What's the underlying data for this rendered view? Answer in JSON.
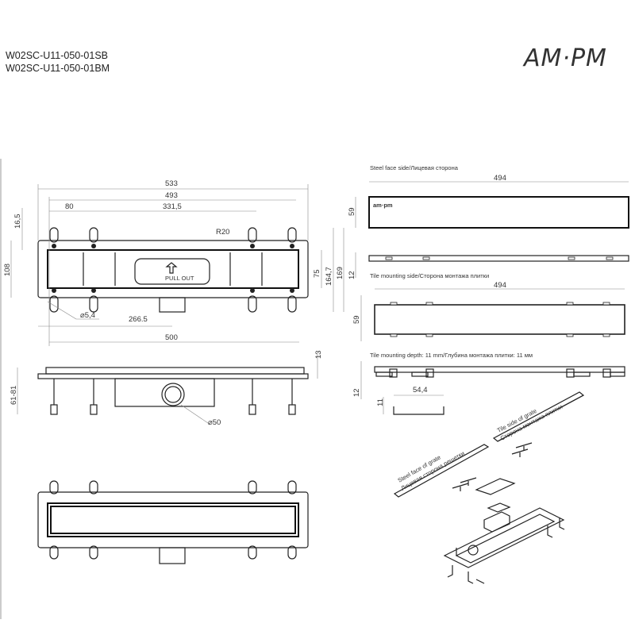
{
  "header": {
    "models": [
      "W02SC-U11-050-01SB",
      "W02SC-U11-050-01BM"
    ],
    "logo": "AM·PM"
  },
  "top_view": {
    "dims": {
      "overall": "533",
      "inner": "493",
      "leg_offset": "80",
      "leg_span": "331,5",
      "edge": "16,5",
      "width": "108",
      "radius": "R20",
      "hole": "⌀5,4",
      "outlet_pos": "266.5",
      "bottom_len": "500",
      "grate_w": "75",
      "leg_w": "164,7",
      "total_w": "169"
    },
    "pull_out_label": "PULL OUT"
  },
  "side_view": {
    "dims": {
      "height_range": "61-81",
      "frame": "13",
      "outlet": "⌀50"
    }
  },
  "grate": {
    "steel_face_title": "Steel face side/Лицевая сторона",
    "steel_len": "494",
    "steel_h": "59",
    "depth_h": "12",
    "tile_title": "Tile mounting side/Сторона монтажа плитки",
    "tile_len": "494",
    "tile_h": "59",
    "depth_title": "Tile mounting depth: 11 mm/Глубина монтажа плитки: 11 мм",
    "depth2_h": "12",
    "profile_w": "54,4",
    "profile_h": "11"
  },
  "exploded": {
    "tile_side_en": "Tile side of grate",
    "tile_side_ru": "Сторона монтажа плитки",
    "steel_face_en": "Steel face of grate",
    "steel_face_ru": "Лицевая сторона решетки"
  }
}
